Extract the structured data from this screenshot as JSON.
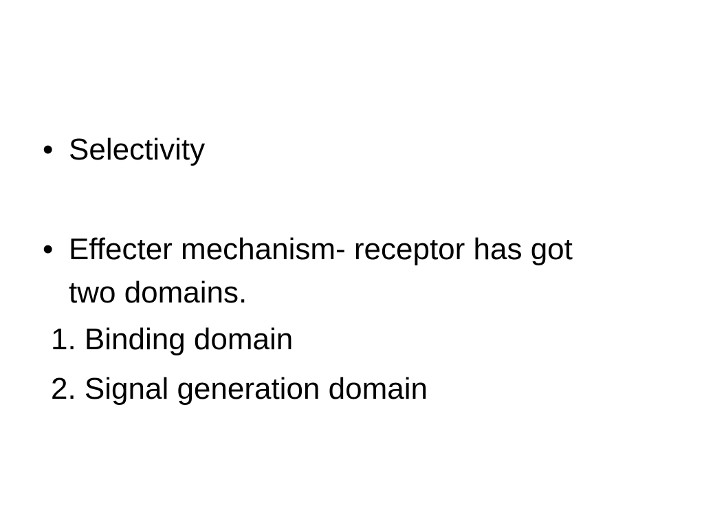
{
  "slide": {
    "bullets": [
      {
        "symbol": "•",
        "text": "Selectivity"
      },
      {
        "symbol": "•",
        "line1": "Effecter mechanism- receptor has got",
        "line2": "two domains."
      }
    ],
    "numbered": [
      "1. Binding domain",
      "2. Signal generation domain"
    ]
  }
}
